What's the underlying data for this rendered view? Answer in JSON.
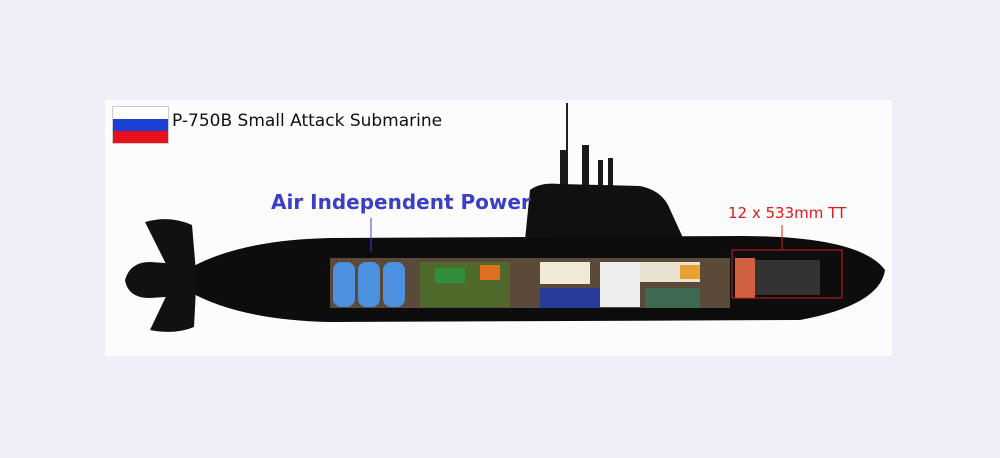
{
  "title": "P-750B Small Attack Submarine",
  "flag": {
    "name": "russia-flag",
    "colors": [
      "#ffffff",
      "#1c3fd6",
      "#e8101a"
    ]
  },
  "labels": {
    "aip": "Air Independent Power",
    "torpedo": "12 x 533mm TT"
  },
  "colors": {
    "aip_label": "#3a3fc6",
    "torpedo_label": "#e01818",
    "hull": "#0d0d0d"
  }
}
